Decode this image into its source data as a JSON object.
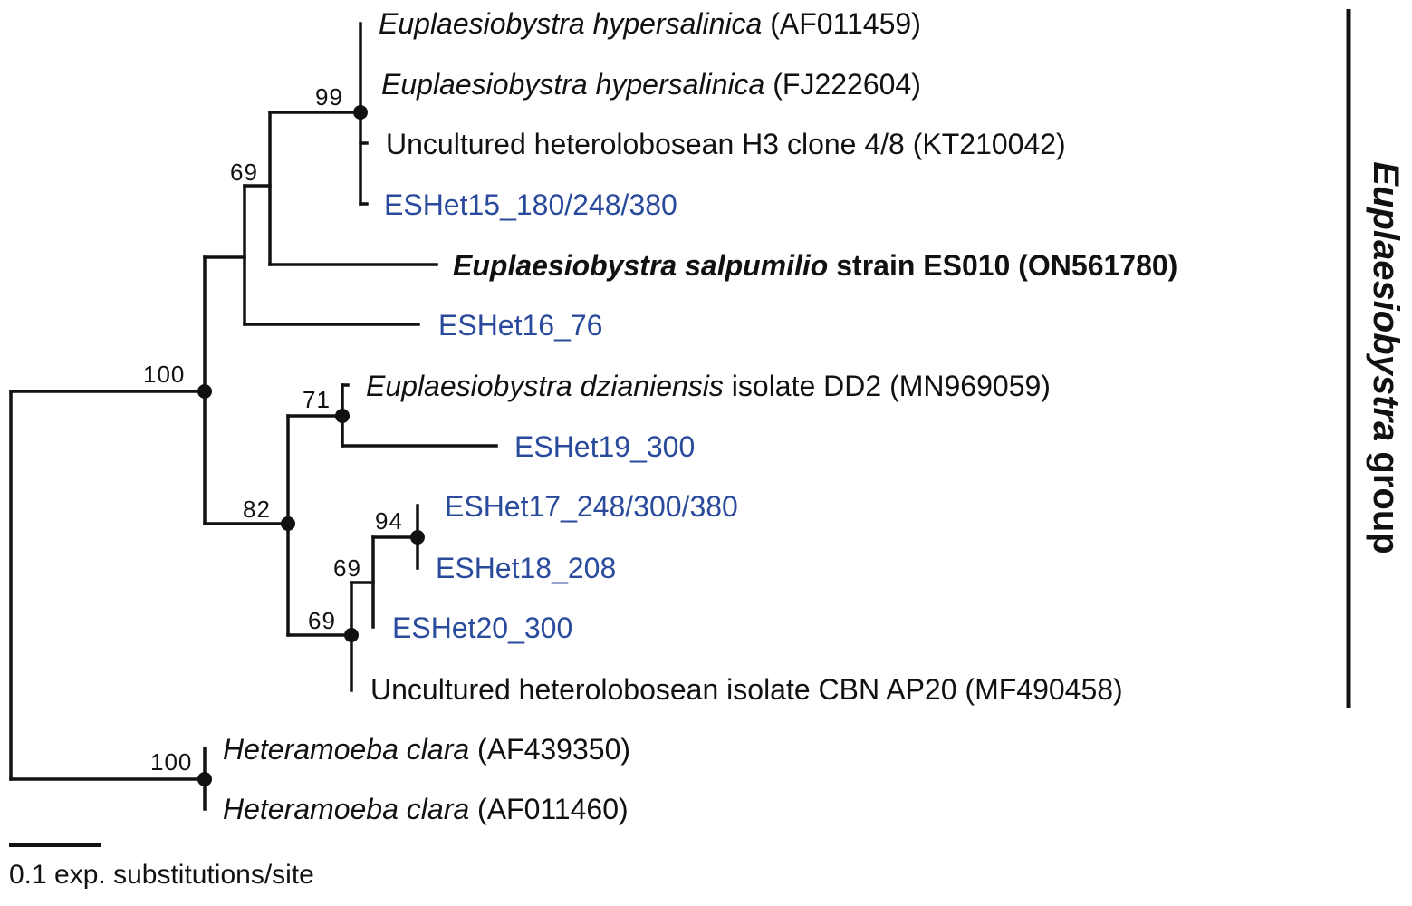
{
  "tree": {
    "taxa": [
      {
        "id": "ehyp1",
        "name": "Euplaesiobystra hypersalinica",
        "suffix": " (AF011459)",
        "italic": true
      },
      {
        "id": "ehyp2",
        "name": "Euplaesiobystra hypersalinica",
        "suffix": " (FJ222604)",
        "italic": true
      },
      {
        "id": "unc_h3",
        "name": "Uncultured heterolobosean H3 clone 4/8 (KT210042)",
        "suffix": "",
        "italic": false
      },
      {
        "id": "eshet15",
        "name": "ESHet15_180/248/380",
        "suffix": "",
        "italic": false,
        "env": true
      },
      {
        "id": "esal",
        "name": "Euplaesiobystra salpumilio",
        "suffix": " strain ES010 (ON561780)",
        "italic": true,
        "bold": true
      },
      {
        "id": "eshet16",
        "name": "ESHet16_76",
        "suffix": "",
        "italic": false,
        "env": true
      },
      {
        "id": "edzi",
        "name": "Euplaesiobystra dzianiensis",
        "suffix": " isolate DD2 (MN969059)",
        "italic": true
      },
      {
        "id": "eshet19",
        "name": "ESHet19_300",
        "suffix": "",
        "italic": false,
        "env": true
      },
      {
        "id": "eshet17",
        "name": "ESHet17_248/300/380",
        "suffix": "",
        "italic": false,
        "env": true
      },
      {
        "id": "eshet18",
        "name": "ESHet18_208",
        "suffix": "",
        "italic": false,
        "env": true
      },
      {
        "id": "eshet20",
        "name": "ESHet20_300",
        "suffix": "",
        "italic": false,
        "env": true
      },
      {
        "id": "unc_cbn",
        "name": "Uncultured heterolobosean isolate CBN AP20 (MF490458)",
        "suffix": "",
        "italic": false
      },
      {
        "id": "hcla1",
        "name": "Heteramoeba clara",
        "suffix": " (AF439350)",
        "italic": true
      },
      {
        "id": "hcla2",
        "name": "Heteramoeba clara",
        "suffix": " (AF011460)",
        "italic": true
      }
    ],
    "support_values": [
      {
        "id": "s99",
        "value": "99"
      },
      {
        "id": "s69a",
        "value": "69"
      },
      {
        "id": "s100a",
        "value": "100"
      },
      {
        "id": "s71",
        "value": "71"
      },
      {
        "id": "s82",
        "value": "82"
      },
      {
        "id": "s94",
        "value": "94"
      },
      {
        "id": "s69b",
        "value": "69"
      },
      {
        "id": "s69c",
        "value": "69"
      },
      {
        "id": "s100b",
        "value": "100"
      }
    ],
    "clade": {
      "name_italic": "Euplaesiobystra",
      "name_rest": " group"
    },
    "scale_bar": {
      "label": "0.1 exp. substitutions/site"
    },
    "colors": {
      "environmental_sequences": "#2a4a9c",
      "branches": "#111111"
    }
  }
}
